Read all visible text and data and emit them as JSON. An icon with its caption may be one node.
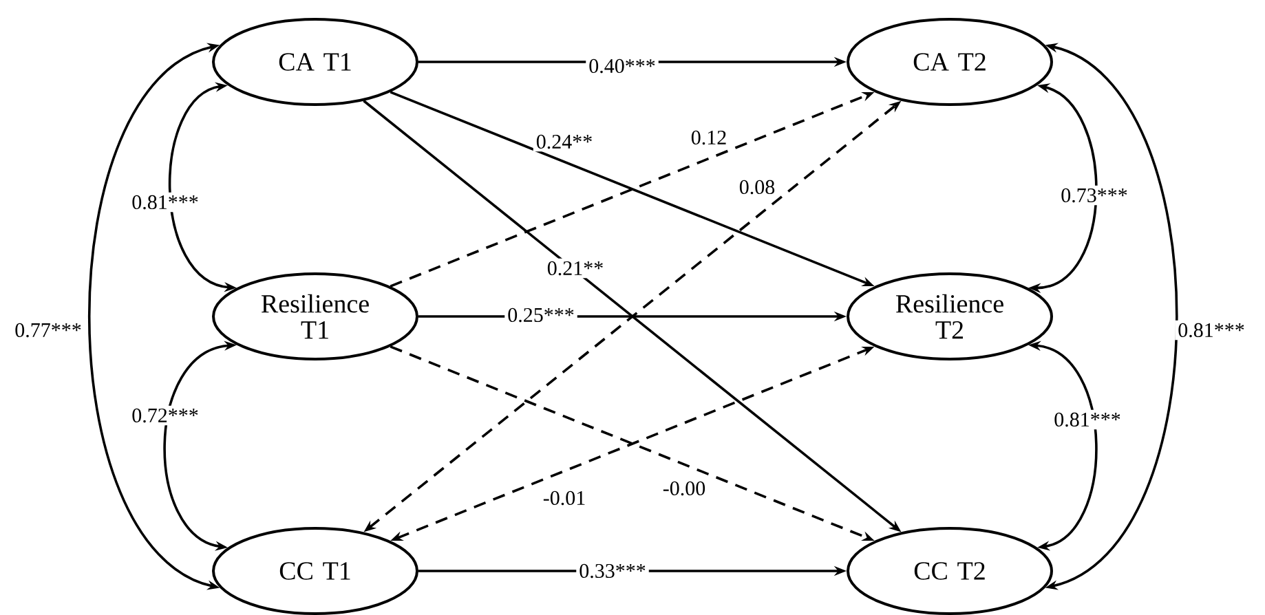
{
  "diagram": {
    "nodes": [
      {
        "text": [
          "CA T1"
        ]
      },
      {
        "text": [
          "Resilience T1"
        ]
      },
      {
        "text": [
          "CC T1"
        ]
      },
      {
        "text": [
          "CA T2"
        ]
      },
      {
        "text": [
          "Resilience T2"
        ]
      },
      {
        "text": [
          "CC T2"
        ]
      }
    ],
    "edges": [
      {
        "from": 0,
        "to": 3,
        "arrow": "to",
        "label": "0.40***"
      },
      {
        "from": 0,
        "to": 4,
        "arrow": "to",
        "label": "0.24**"
      },
      {
        "from": 0,
        "to": 5,
        "arrow": "to",
        "label": "0.21**"
      },
      {
        "from": 1,
        "to": 3,
        "arrow": "to",
        "label": "0.12",
        "style": "dashed"
      },
      {
        "from": 1,
        "to": 4,
        "arrow": "to",
        "label": "0.25***"
      },
      {
        "from": 1,
        "to": 5,
        "arrow": "to",
        "label": "-0.00",
        "style": "dashed"
      },
      {
        "from": 2,
        "to": 3,
        "arrow": "both",
        "label": "0.08",
        "style": "dashed"
      },
      {
        "from": 2,
        "to": 4,
        "arrow": "both",
        "label": "-0.01",
        "style": "dashed"
      },
      {
        "from": 2,
        "to": 5,
        "arrow": "to",
        "label": "0.33***"
      },
      {
        "from": 0,
        "to": 1,
        "arrow": "both",
        "label": "0.81***"
      },
      {
        "from": 1,
        "to": 2,
        "arrow": "both",
        "label": "0.72***"
      },
      {
        "from": 0,
        "to": 2,
        "arrow": "both",
        "label": "0.77***"
      },
      {
        "from": 3,
        "to": 4,
        "arrow": "both",
        "label": "0.73***"
      },
      {
        "from": 4,
        "to": 5,
        "arrow": "both",
        "label": "0.81***"
      },
      {
        "from": 3,
        "to": 5,
        "arrow": "both",
        "label": "0.81***"
      }
    ]
  }
}
